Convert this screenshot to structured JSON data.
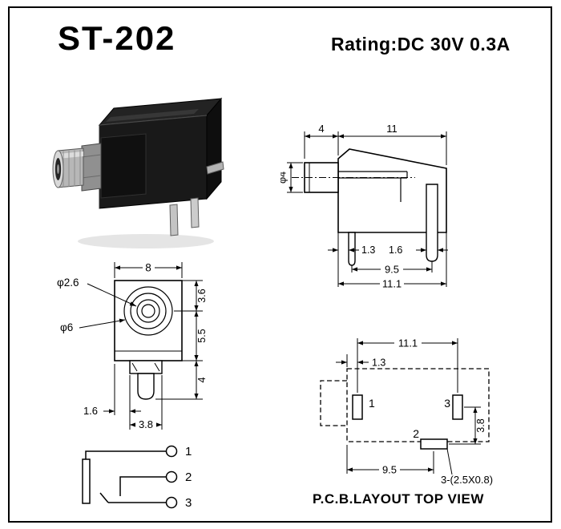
{
  "header": {
    "model": "ST-202",
    "rating": "Rating:DC 30V 0.3A"
  },
  "side_view": {
    "dims": {
      "top_small": "4",
      "top_large": "11",
      "barrel_dia": "φ4",
      "pin_offset": "1.3",
      "pin_width": "1.6",
      "pin_pitch": "9.5",
      "total_width": "11.1"
    }
  },
  "front_view": {
    "dims": {
      "width": "8",
      "hole_dia": "φ2.6",
      "bezel_dia": "φ6",
      "top_to_center": "3.6",
      "center_to_bottom": "5.5",
      "pin_length": "4",
      "step_offset": "1.6",
      "step_width": "3.8"
    }
  },
  "pcb_layout": {
    "dims": {
      "total_width": "11.1",
      "pad_offset": "1.3",
      "row_spacing": "3.8",
      "pad_pitch": "9.5"
    },
    "pads": {
      "pad1": "1",
      "pad2": "2",
      "pad3": "3"
    },
    "note": "3-(2.5X0.8)",
    "caption": "P.C.B.LAYOUT TOP VIEW"
  },
  "schematic": {
    "terminals": {
      "t1": "1",
      "t2": "2",
      "t3": "3"
    }
  }
}
